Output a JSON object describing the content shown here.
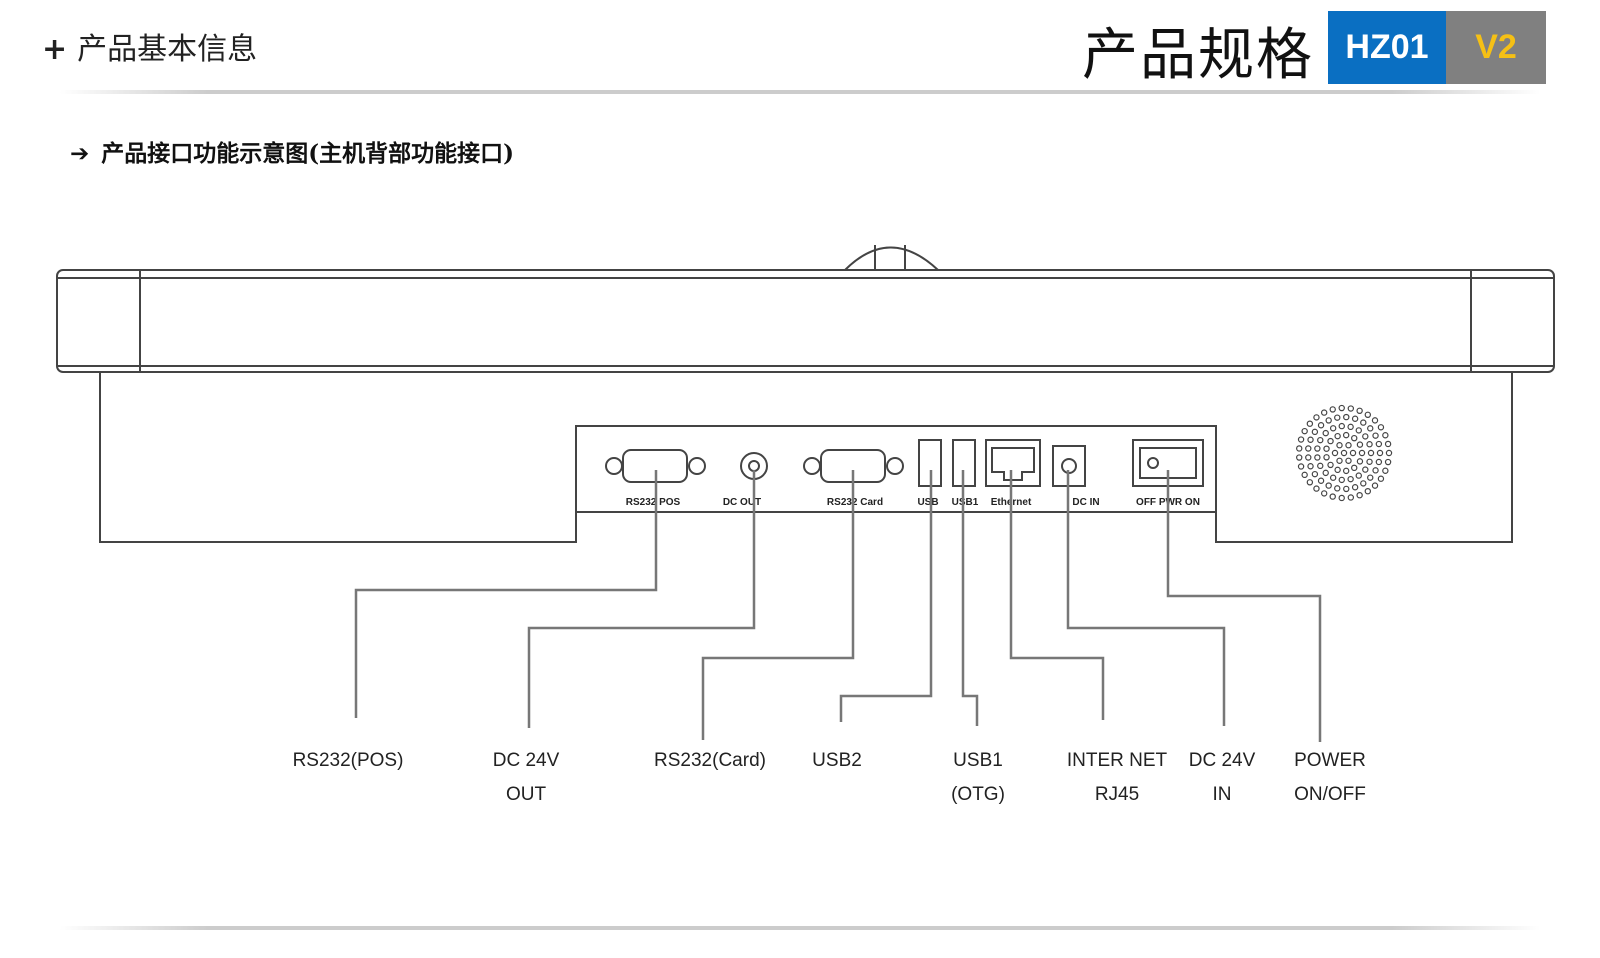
{
  "header": {
    "section_icon": "plus-icon",
    "section_title": "产品基本信息",
    "title": "产品规格",
    "model": "HZ01",
    "version": "V2",
    "colors": {
      "model_bg": "#0a6fc2",
      "version_bg": "#808080",
      "version_text": "#f5c015"
    }
  },
  "subtitle": {
    "icon": "arrow-right-icon",
    "text": "产品接口功能示意图(主机背部功能接口)"
  },
  "panel_labels": [
    "RS232 POS",
    "DC OUT",
    "RS232 Card",
    "USB",
    "USB1",
    "Ethernet",
    "DC IN",
    "OFF PWR ON"
  ],
  "ports": [
    {
      "line1": "RS232(POS)",
      "line2": ""
    },
    {
      "line1": "DC 24V",
      "line2": "OUT"
    },
    {
      "line1": "RS232(Card)",
      "line2": ""
    },
    {
      "line1": "USB2",
      "line2": ""
    },
    {
      "line1": "USB1",
      "line2": "(OTG)"
    },
    {
      "line1": "INTER NET",
      "line2": "RJ45"
    },
    {
      "line1": "DC 24V",
      "line2": "IN"
    },
    {
      "line1": "POWER",
      "line2": "ON/OFF"
    }
  ]
}
